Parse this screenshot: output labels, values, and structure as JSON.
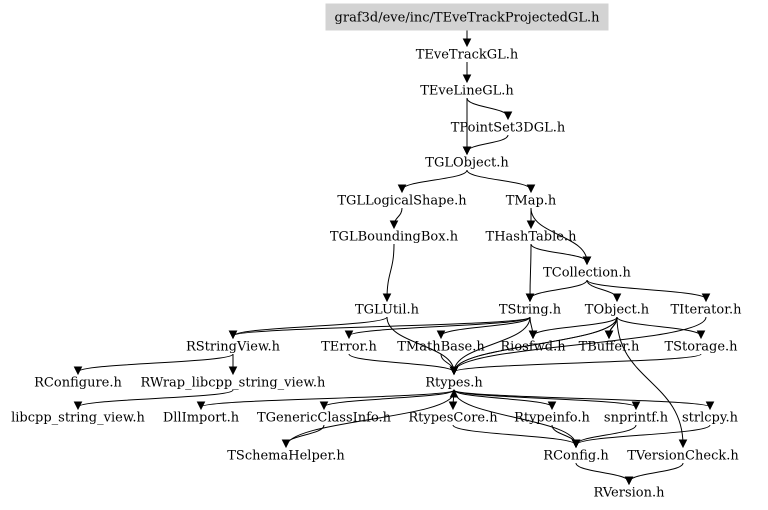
{
  "graph": {
    "title": "graf3d/eve/inc/TEveTrackProjectedGL.h",
    "nodes": [
      {
        "id": "n0",
        "label": "graf3d/eve/inc/TEveTrackProjectedGL.h",
        "root": true
      },
      {
        "id": "n1",
        "label": "TEveTrackGL.h"
      },
      {
        "id": "n2",
        "label": "TEveLineGL.h"
      },
      {
        "id": "n3",
        "label": "TPointSet3DGL.h"
      },
      {
        "id": "n4",
        "label": "TGLObject.h"
      },
      {
        "id": "n5",
        "label": "TGLLogicalShape.h"
      },
      {
        "id": "n6",
        "label": "TMap.h"
      },
      {
        "id": "n7",
        "label": "TGLBoundingBox.h"
      },
      {
        "id": "n8",
        "label": "THashTable.h"
      },
      {
        "id": "n9",
        "label": "TCollection.h"
      },
      {
        "id": "n10",
        "label": "TGLUtil.h"
      },
      {
        "id": "n11",
        "label": "TString.h"
      },
      {
        "id": "n12",
        "label": "TObject.h"
      },
      {
        "id": "n13",
        "label": "TIterator.h"
      },
      {
        "id": "n14",
        "label": "RStringView.h"
      },
      {
        "id": "n15",
        "label": "TError.h"
      },
      {
        "id": "n16",
        "label": "TMathBase.h"
      },
      {
        "id": "n17",
        "label": "Riosfwd.h"
      },
      {
        "id": "n18",
        "label": "TBuffer.h"
      },
      {
        "id": "n19",
        "label": "TStorage.h"
      },
      {
        "id": "n20",
        "label": "RConfigure.h"
      },
      {
        "id": "n21",
        "label": "RWrap_libcpp_string_view.h"
      },
      {
        "id": "n22",
        "label": "Rtypes.h"
      },
      {
        "id": "n23",
        "label": "libcpp_string_view.h"
      },
      {
        "id": "n24",
        "label": "DllImport.h"
      },
      {
        "id": "n25",
        "label": "TGenericClassInfo.h"
      },
      {
        "id": "n26",
        "label": "RtypesCore.h"
      },
      {
        "id": "n27",
        "label": "Rtypeinfo.h"
      },
      {
        "id": "n28",
        "label": "snprintf.h"
      },
      {
        "id": "n29",
        "label": "strlcpy.h"
      },
      {
        "id": "n30",
        "label": "TSchemaHelper.h"
      },
      {
        "id": "n31",
        "label": "RConfig.h"
      },
      {
        "id": "n32",
        "label": "TVersionCheck.h"
      },
      {
        "id": "n33",
        "label": "RVersion.h"
      }
    ],
    "edges": [
      [
        "n0",
        "n1"
      ],
      [
        "n1",
        "n2"
      ],
      [
        "n2",
        "n3"
      ],
      [
        "n2",
        "n4"
      ],
      [
        "n3",
        "n4"
      ],
      [
        "n4",
        "n5"
      ],
      [
        "n4",
        "n6"
      ],
      [
        "n5",
        "n7"
      ],
      [
        "n6",
        "n8"
      ],
      [
        "n6",
        "n9"
      ],
      [
        "n7",
        "n10"
      ],
      [
        "n8",
        "n9"
      ],
      [
        "n8",
        "n11"
      ],
      [
        "n9",
        "n11"
      ],
      [
        "n9",
        "n12"
      ],
      [
        "n9",
        "n13"
      ],
      [
        "n10",
        "n22"
      ],
      [
        "n10",
        "n14"
      ],
      [
        "n11",
        "n14"
      ],
      [
        "n11",
        "n15"
      ],
      [
        "n11",
        "n16"
      ],
      [
        "n11",
        "n17"
      ],
      [
        "n11",
        "n22"
      ],
      [
        "n12",
        "n17"
      ],
      [
        "n12",
        "n18"
      ],
      [
        "n12",
        "n18"
      ],
      [
        "n12",
        "n19"
      ],
      [
        "n12",
        "n22"
      ],
      [
        "n12",
        "n22"
      ],
      [
        "n12",
        "n32"
      ],
      [
        "n13",
        "n22"
      ],
      [
        "n14",
        "n20"
      ],
      [
        "n14",
        "n21"
      ],
      [
        "n21",
        "n23"
      ],
      [
        "n15",
        "n22"
      ],
      [
        "n16",
        "n22"
      ],
      [
        "n19",
        "n22"
      ],
      [
        "n22",
        "n24"
      ],
      [
        "n22",
        "n25"
      ],
      [
        "n22",
        "n26"
      ],
      [
        "n22",
        "n27"
      ],
      [
        "n22",
        "n28"
      ],
      [
        "n22",
        "n29"
      ],
      [
        "n22",
        "n31"
      ],
      [
        "n25",
        "n30"
      ],
      [
        "n30",
        "n22"
      ],
      [
        "n26",
        "n31"
      ],
      [
        "n27",
        "n31"
      ],
      [
        "n28",
        "n31"
      ],
      [
        "n29",
        "n31"
      ],
      [
        "n31",
        "n33"
      ],
      [
        "n32",
        "n33"
      ]
    ]
  }
}
